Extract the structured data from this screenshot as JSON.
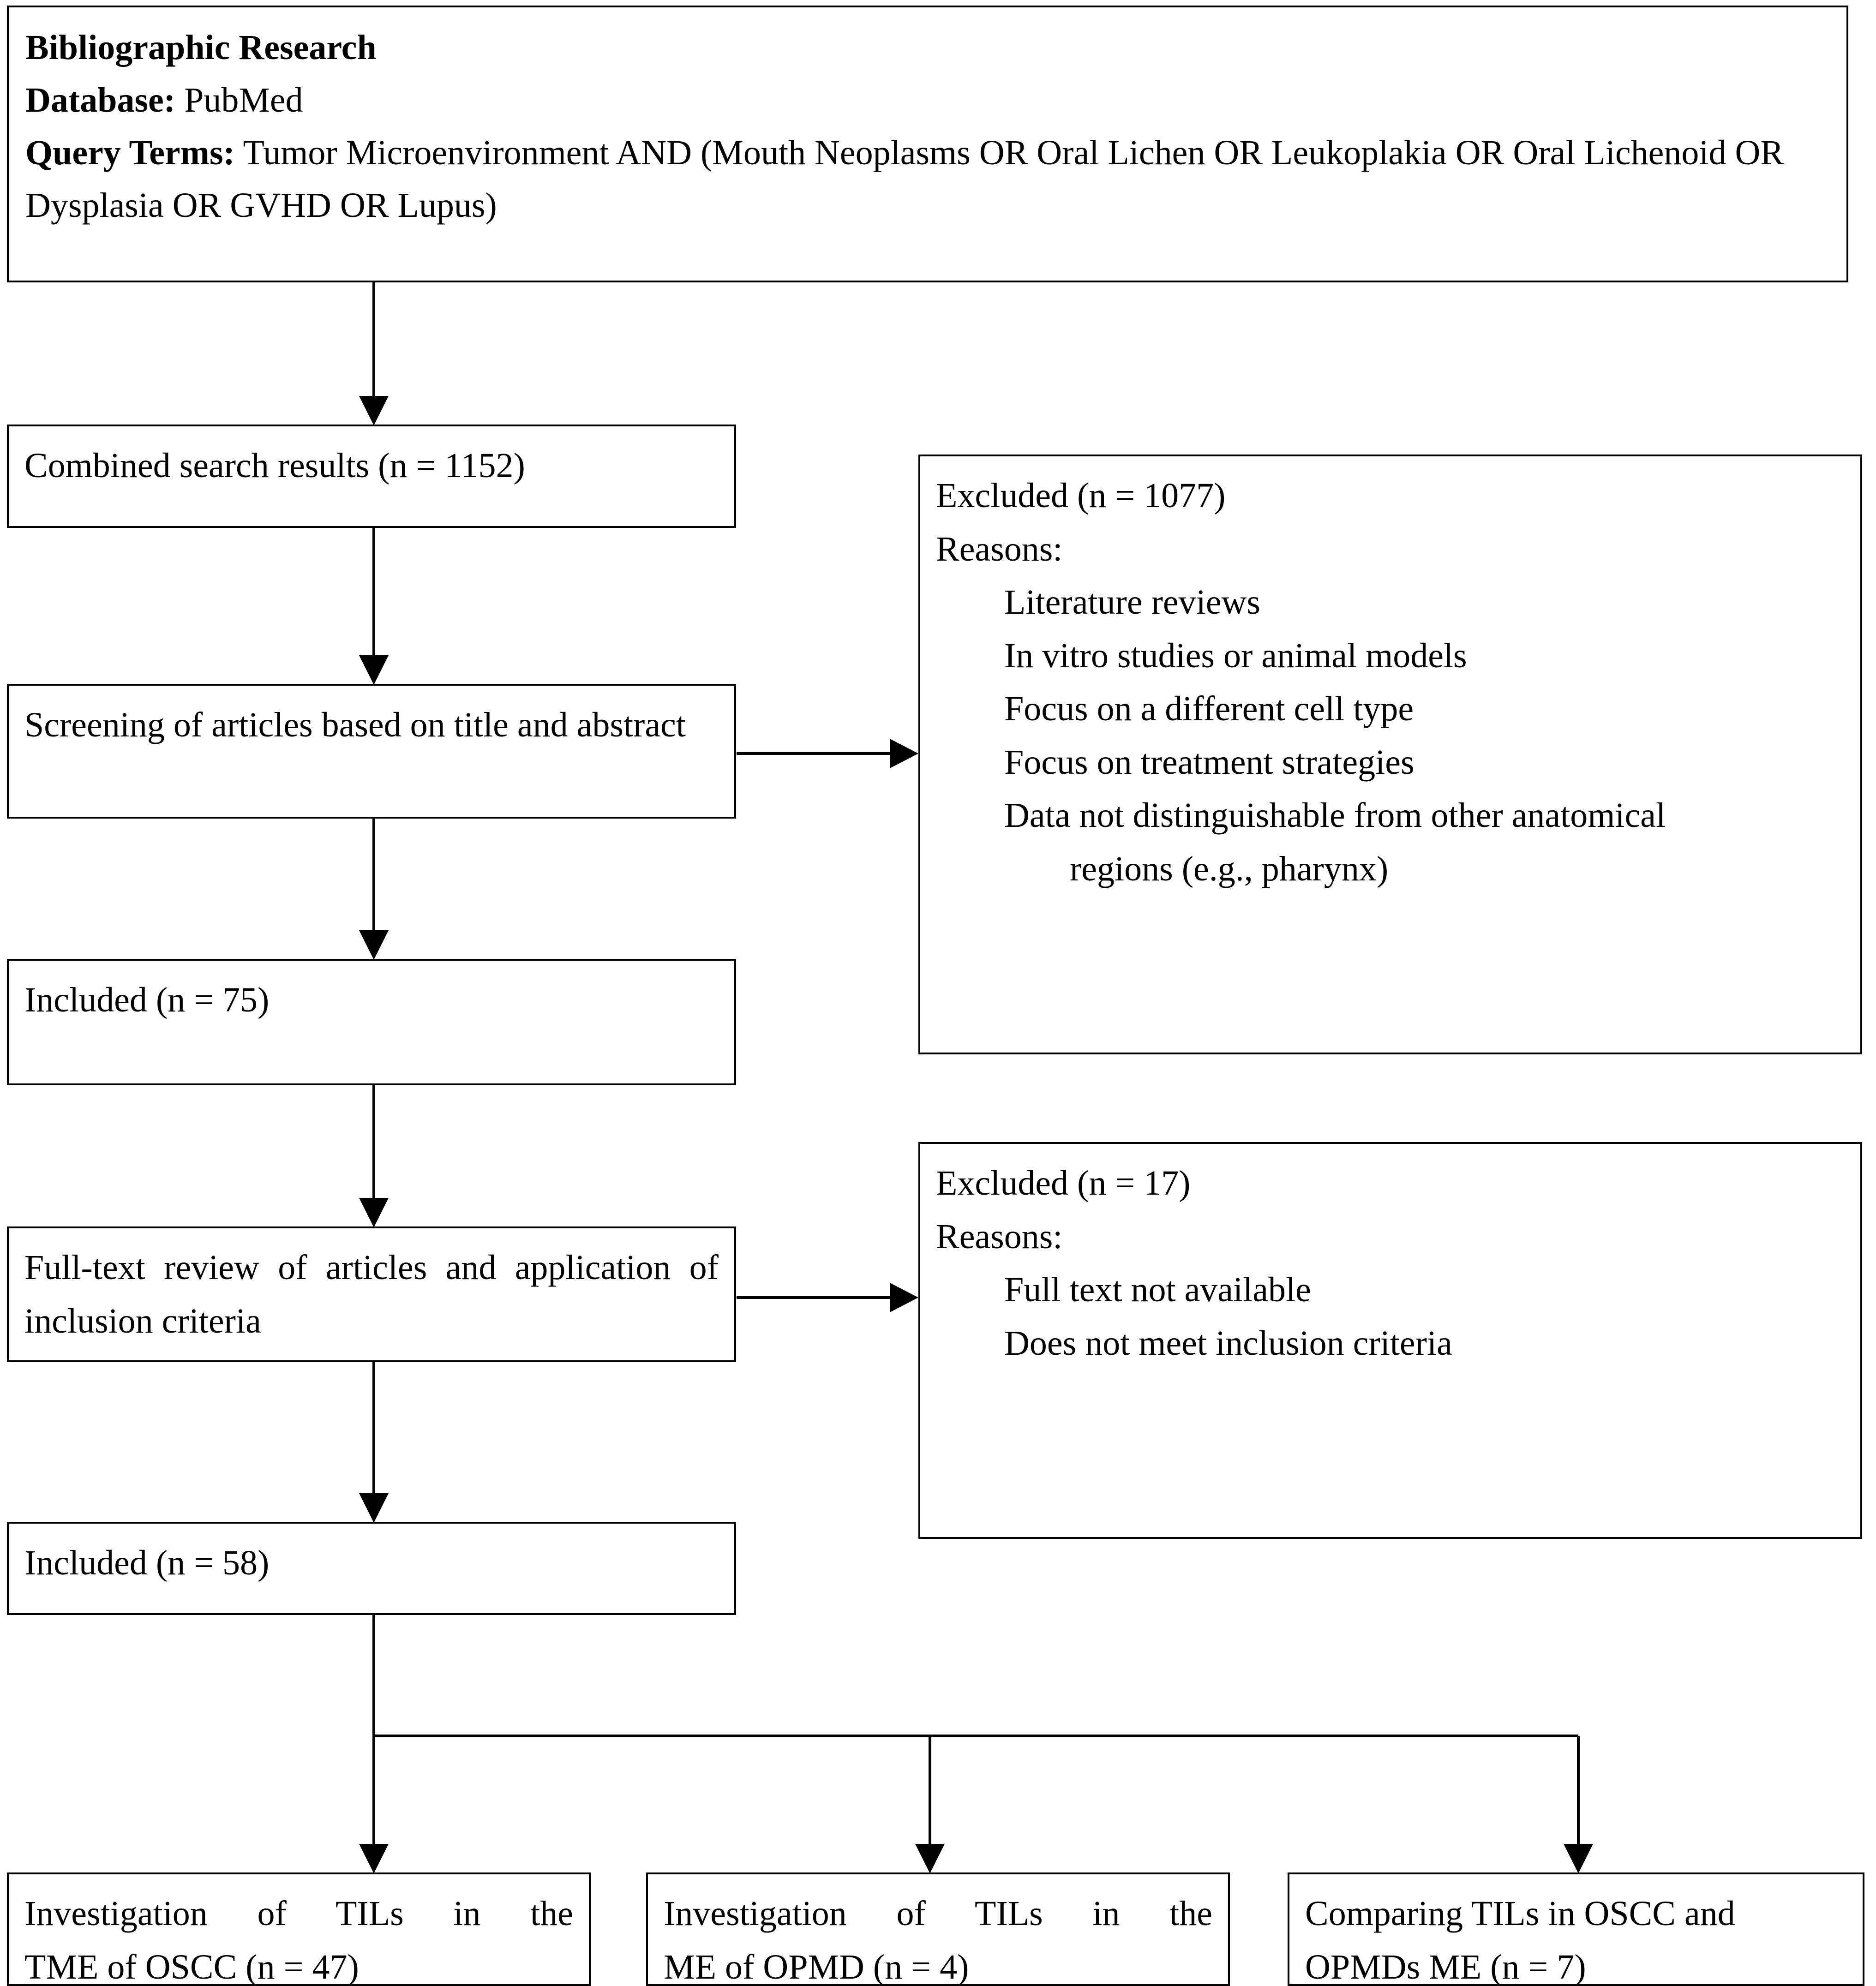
{
  "header": {
    "title": "Bibliographic Research",
    "database_label": "Database:",
    "database_value": "PubMed",
    "query_label": "Query Terms:",
    "query_value": "Tumor Microenvironment AND (Mouth Neoplasms OR Oral Lichen OR Leukoplakia OR Oral Lichenoid OR Dysplasia OR GVHD OR Lupus)"
  },
  "nodes": {
    "combined_search": "Combined search results (n = 1152)",
    "screening": "Screening of articles based on title and abstract",
    "included_75": "Included (n = 75)",
    "fulltext_review": "Full-text review of articles and application of inclusion criteria",
    "included_58": "Included (n = 58)"
  },
  "excluded_1": {
    "title": "Excluded (n = 1077)",
    "reasons_label": "Reasons:",
    "reasons": [
      "Literature reviews",
      "In vitro studies or animal models",
      "Focus on a different cell type",
      "Focus on treatment strategies",
      "Data not distinguishable from other anatomical"
    ],
    "reason_continuation": "regions (e.g., pharynx)"
  },
  "excluded_2": {
    "title": "Excluded (n = 17)",
    "reasons_label": "Reasons:",
    "reasons": [
      "Full text not available",
      "Does not meet inclusion criteria"
    ]
  },
  "outcomes": [
    {
      "line1": "Investigation of TILs in the",
      "line2": "TME of OSCC (n = 47)"
    },
    {
      "line1": "Investigation of TILs in the",
      "line2": "ME of OPMD (n = 4)"
    },
    {
      "line1": "Comparing TILs in OSCC and",
      "line2": "OPMDs ME (n = 7)"
    }
  ],
  "colors": {
    "stroke": "#000000",
    "background": "#ffffff"
  }
}
